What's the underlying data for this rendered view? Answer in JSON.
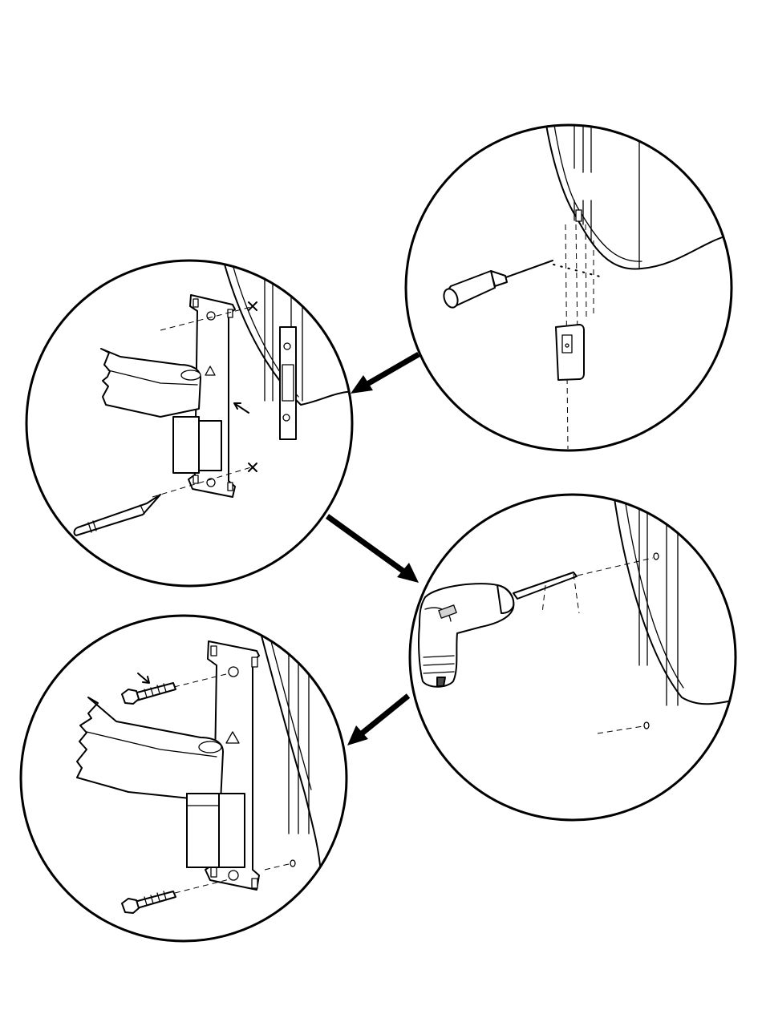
{
  "diagram": {
    "kind": "assembly-instructions",
    "style": "black line art on white",
    "panels": [
      {
        "name": "mark-hole-location",
        "depicts": [
          "door-jamb",
          "awl",
          "hinge-plate-template",
          "door-edge-plate"
        ]
      },
      {
        "name": "position-hinge-and-mark",
        "depicts": [
          "hinge-arm",
          "hinge-plate",
          "pencil",
          "x-marks"
        ]
      },
      {
        "name": "drill-pilot-holes",
        "depicts": [
          "drill",
          "drill-bit",
          "pilot-holes"
        ]
      },
      {
        "name": "fasten-hinge-plate",
        "depicts": [
          "hinge-arm",
          "hinge-plate",
          "lag-screws",
          "pilot-hole"
        ]
      }
    ],
    "flow": [
      [
        "mark-hole-location",
        "position-hinge-and-mark"
      ],
      [
        "position-hinge-and-mark",
        "drill-pilot-holes"
      ],
      [
        "drill-pilot-holes",
        "fasten-hinge-plate"
      ]
    ],
    "x_mark_glyph": "X",
    "line_color": "#000000",
    "fill_color": "#ffffff"
  }
}
